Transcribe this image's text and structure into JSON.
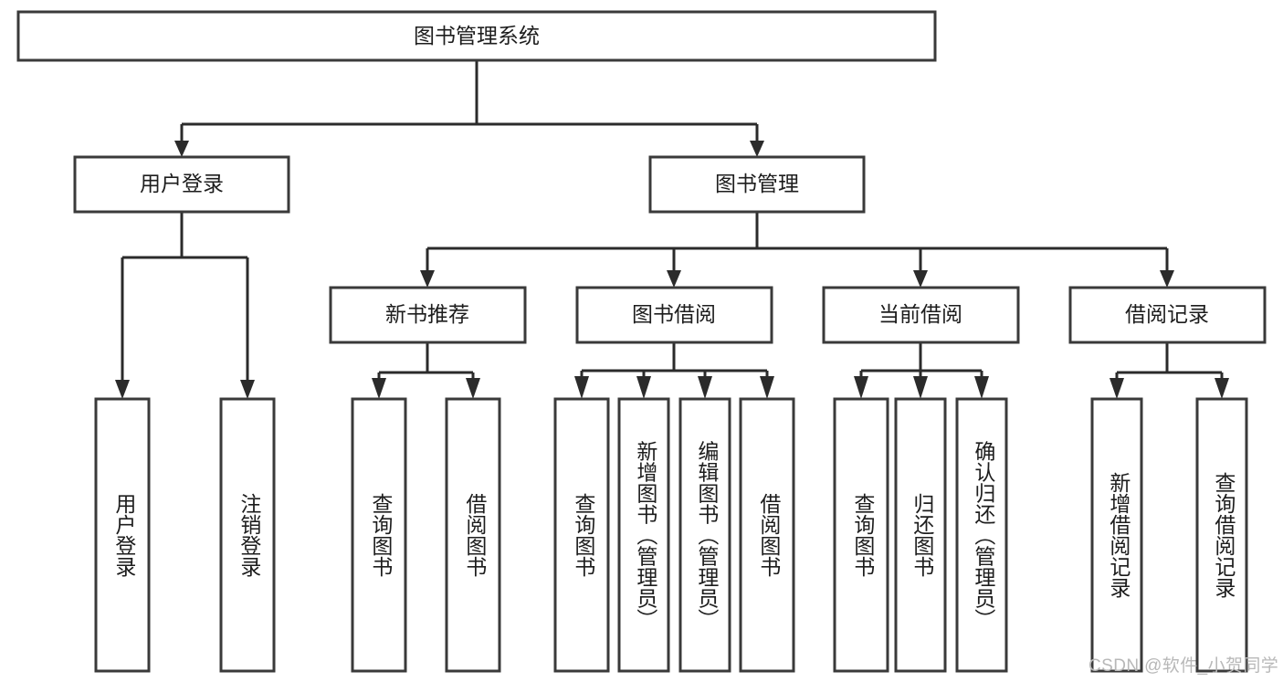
{
  "diagram": {
    "type": "tree",
    "title": "图书管理系统",
    "root": {
      "id": "root",
      "label": "图书管理系统",
      "orientation": "horizontal"
    },
    "level1": [
      {
        "id": "user-login",
        "label": "用户登录",
        "orientation": "horizontal"
      },
      {
        "id": "book-management",
        "label": "图书管理",
        "orientation": "horizontal"
      }
    ],
    "level2": [
      {
        "id": "new-book-recommend",
        "label": "新书推荐",
        "orientation": "horizontal",
        "parent": "book-management"
      },
      {
        "id": "book-borrow",
        "label": "图书借阅",
        "orientation": "horizontal",
        "parent": "book-management"
      },
      {
        "id": "current-borrow",
        "label": "当前借阅",
        "orientation": "horizontal",
        "parent": "book-management"
      },
      {
        "id": "borrow-record",
        "label": "借阅记录",
        "orientation": "horizontal",
        "parent": "book-management"
      }
    ],
    "leaves": [
      {
        "id": "leaf-user-login",
        "label": "用户登录",
        "orientation": "vertical",
        "parent": "user-login"
      },
      {
        "id": "leaf-logout-login",
        "label": "注销登录",
        "orientation": "vertical",
        "parent": "user-login"
      },
      {
        "id": "leaf-query-book-1",
        "label": "查询图书",
        "orientation": "vertical",
        "parent": "new-book-recommend"
      },
      {
        "id": "leaf-borrow-book-1",
        "label": "借阅图书",
        "orientation": "vertical",
        "parent": "new-book-recommend"
      },
      {
        "id": "leaf-query-book-2",
        "label": "查询图书",
        "orientation": "vertical",
        "parent": "book-borrow"
      },
      {
        "id": "leaf-add-book",
        "label": "新增图书（管理员）",
        "orientation": "vertical",
        "parent": "book-borrow"
      },
      {
        "id": "leaf-edit-book",
        "label": "编辑图书（管理员）",
        "orientation": "vertical",
        "parent": "book-borrow"
      },
      {
        "id": "leaf-borrow-book-2",
        "label": "借阅图书",
        "orientation": "vertical",
        "parent": "book-borrow"
      },
      {
        "id": "leaf-query-book-3",
        "label": "查询图书",
        "orientation": "vertical",
        "parent": "current-borrow"
      },
      {
        "id": "leaf-return-book",
        "label": "归还图书",
        "orientation": "vertical",
        "parent": "current-borrow"
      },
      {
        "id": "leaf-confirm-return",
        "label": "确认归还（管理员）",
        "orientation": "vertical",
        "parent": "current-borrow"
      },
      {
        "id": "leaf-add-record",
        "label": "新增借阅记录",
        "orientation": "vertical",
        "parent": "borrow-record"
      },
      {
        "id": "leaf-query-record",
        "label": "查询借阅记录",
        "orientation": "vertical",
        "parent": "borrow-record"
      }
    ]
  },
  "watermark": {
    "text": "CSDN @软件_小贺同学"
  },
  "colors": {
    "box_stroke": "#3a3a3a",
    "connector": "#2b2b2b",
    "text": "#1d1d1d",
    "background": "#ffffff",
    "watermark": "#b8b8b8"
  }
}
